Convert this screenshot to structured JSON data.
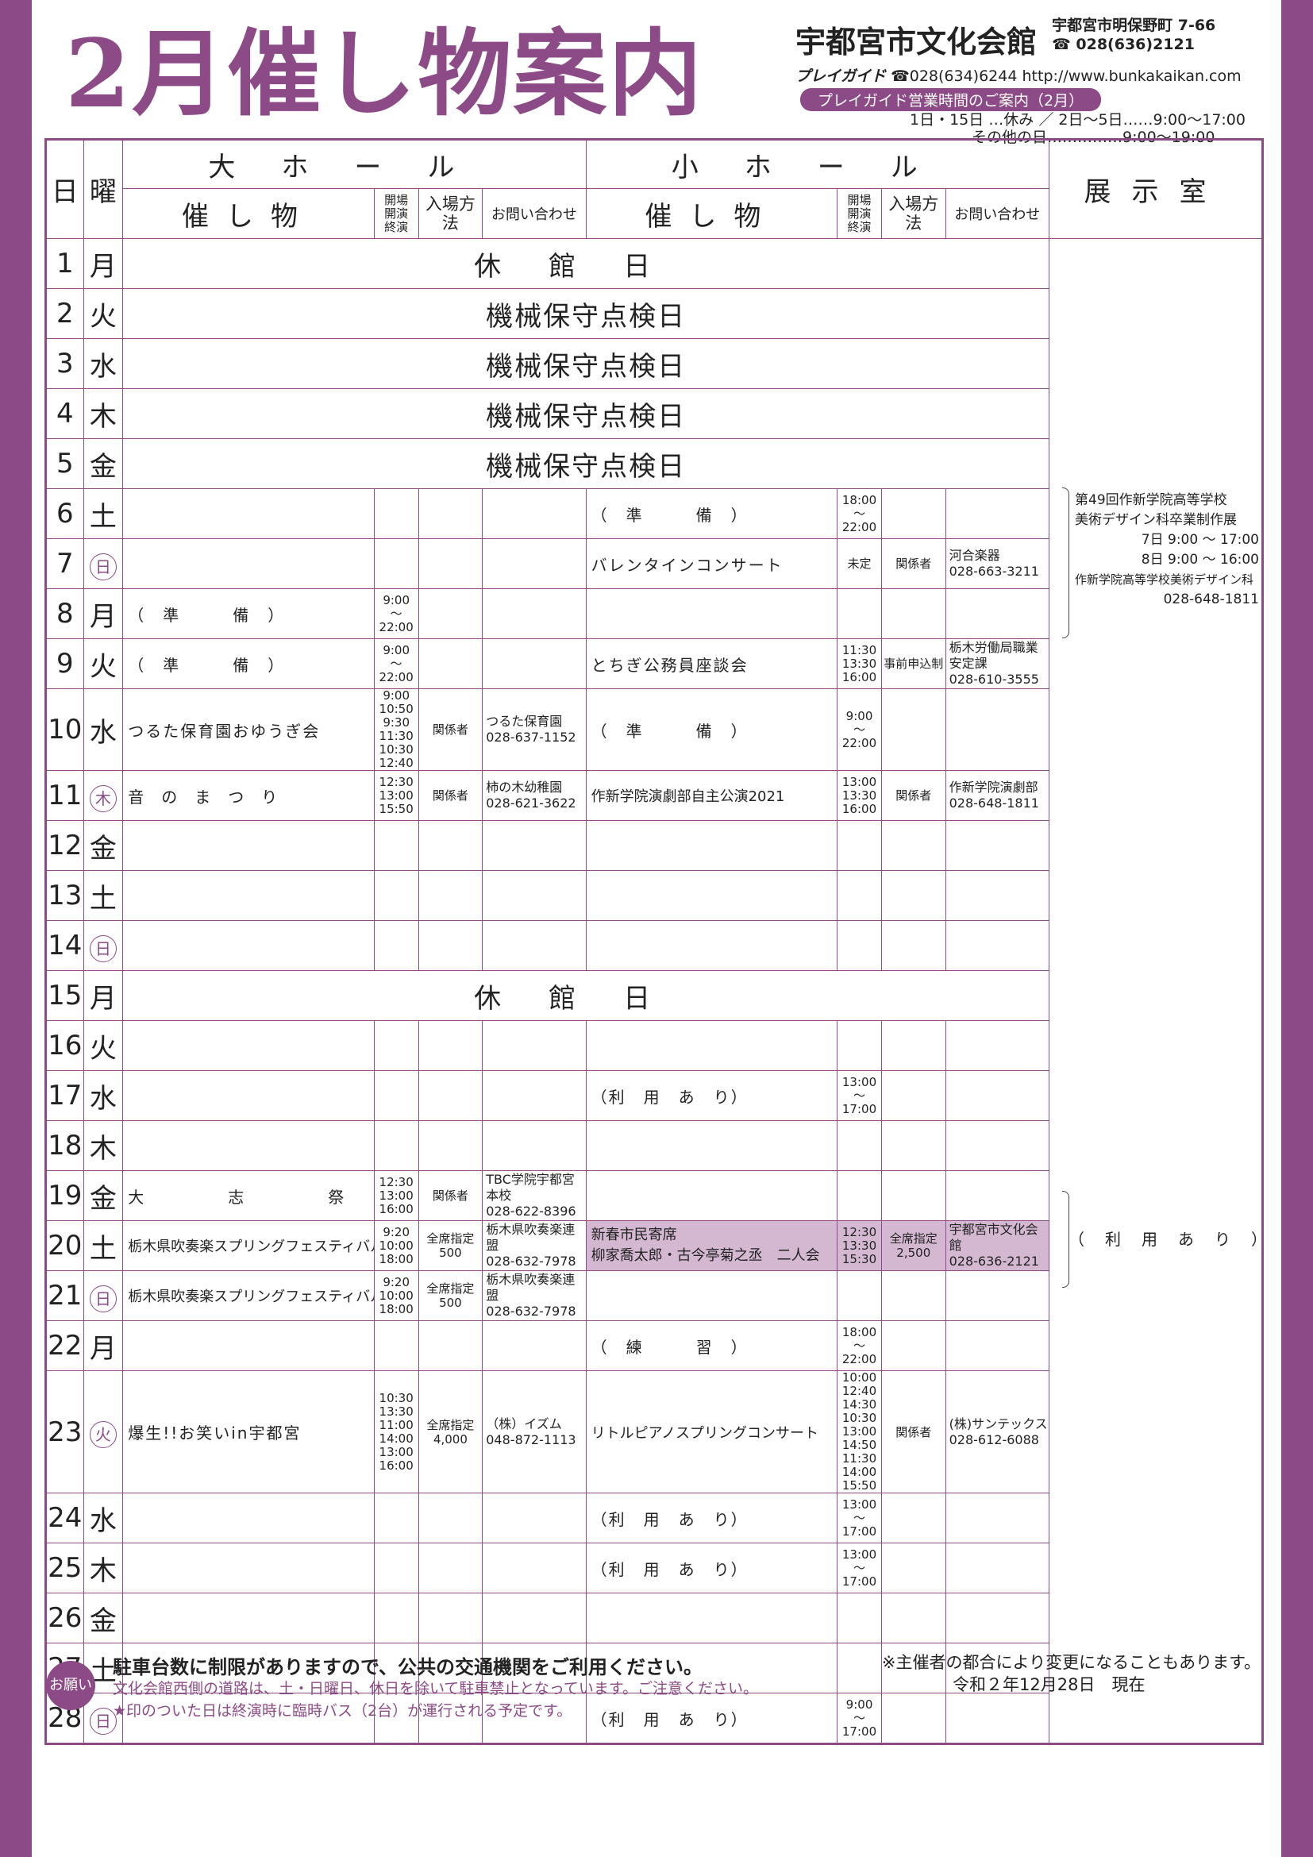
{
  "header": {
    "title": "2月催し物案内",
    "venue": "宇都宮市文化会館",
    "address": "宇都宮市明保野町 7-66",
    "phone": "☎ 028(636)2121",
    "guide_label": "プレイガイド",
    "guide_phone": "☎028(634)6244",
    "website": "http://www.bunkakaikan.com",
    "hours_title": "プレイガイド営業時間のご案内（2月）",
    "hours_line1": "1日・15日 …休み ／ 2日〜5日……9:00〜17:00",
    "hours_line2": "その他の日……………9:00〜19:00"
  },
  "columns": {
    "day": "日",
    "weekday": "曜",
    "large_hall": "大ホール",
    "small_hall": "小ホール",
    "exhibit": "展示室",
    "event": "催し物",
    "open_time": "開場",
    "start_time": "開演",
    "end_time": "終演",
    "admission": "入場方法",
    "contact": "お問い合わせ"
  },
  "closed_text": "休館日",
  "maintenance_text": "機械保守点検日",
  "rows": [
    {
      "d": "1",
      "w": "月",
      "full": "休館日"
    },
    {
      "d": "2",
      "w": "火",
      "full": "機械保守点検日"
    },
    {
      "d": "3",
      "w": "水",
      "full": "機械保守点検日"
    },
    {
      "d": "4",
      "w": "木",
      "full": "機械保守点検日"
    },
    {
      "d": "5",
      "w": "金",
      "full": "機械保守点検日"
    },
    {
      "d": "6",
      "w": "土",
      "lh": [
        "",
        "",
        "",
        ""
      ],
      "sh": [
        "（　準　　　備　）",
        "18:00\n〜\n22:00",
        "",
        ""
      ]
    },
    {
      "d": "7",
      "w": "日",
      "wc": true,
      "lh": [
        "",
        "",
        "",
        ""
      ],
      "sh": [
        "バレンタインコンサート",
        "未定",
        "関係者",
        "河合楽器\n028-663-3211"
      ]
    },
    {
      "d": "8",
      "w": "月",
      "lh": [
        "（　準　　　備　）",
        "9:00\n〜\n22:00",
        "",
        ""
      ],
      "sh": [
        "",
        "",
        "",
        ""
      ]
    },
    {
      "d": "9",
      "w": "火",
      "lh": [
        "（　準　　　備　）",
        "9:00\n〜\n22:00",
        "",
        ""
      ],
      "sh": [
        "とちぎ公務員座談会",
        "11:30\n13:30\n16:00",
        "事前申込制",
        "栃木労働局職業安定課\n028-610-3555"
      ]
    },
    {
      "d": "10",
      "w": "水",
      "lh": [
        "つるた保育園おゆうぎ会",
        "9:00 10:50\n9:30 11:30\n10:30 12:40",
        "関係者",
        "つるた保育園\n028-637-1152"
      ],
      "sh": [
        "（　準　　　備　）",
        "9:00\n〜\n22:00",
        "",
        ""
      ]
    },
    {
      "d": "11",
      "w": "木",
      "wc": true,
      "lh": [
        "音のまつり",
        "12:30\n13:00\n15:50",
        "関係者",
        "柿の木幼稚園\n028-621-3622"
      ],
      "sh": [
        "作新学院演劇部自主公演2021",
        "13:00\n13:30\n16:00",
        "関係者",
        "作新学院演劇部\n028-648-1811"
      ]
    },
    {
      "d": "12",
      "w": "金",
      "lh": [
        "",
        "",
        "",
        ""
      ],
      "sh": [
        "",
        "",
        "",
        ""
      ]
    },
    {
      "d": "13",
      "w": "土",
      "lh": [
        "",
        "",
        "",
        ""
      ],
      "sh": [
        "",
        "",
        "",
        ""
      ]
    },
    {
      "d": "14",
      "w": "日",
      "wc": true,
      "lh": [
        "",
        "",
        "",
        ""
      ],
      "sh": [
        "",
        "",
        "",
        ""
      ]
    },
    {
      "d": "15",
      "w": "月",
      "full": "休館日"
    },
    {
      "d": "16",
      "w": "火",
      "lh": [
        "",
        "",
        "",
        ""
      ],
      "sh": [
        "",
        "",
        "",
        ""
      ]
    },
    {
      "d": "17",
      "w": "水",
      "lh": [
        "",
        "",
        "",
        ""
      ],
      "sh": [
        "（利　用　あ　り）",
        "13:00\n〜\n17:00",
        "",
        ""
      ]
    },
    {
      "d": "18",
      "w": "木",
      "lh": [
        "",
        "",
        "",
        ""
      ],
      "sh": [
        "",
        "",
        "",
        ""
      ]
    },
    {
      "d": "19",
      "w": "金",
      "lh": [
        "大　　志　　祭",
        "12:30\n13:00\n16:00",
        "関係者",
        "TBC学院宇都宮本校\n028-622-8396"
      ],
      "sh": [
        "",
        "",
        "",
        ""
      ]
    },
    {
      "d": "20",
      "w": "土",
      "lh": [
        "栃木県吹奏楽スプリングフェスティバル",
        "9:20\n10:00\n18:00",
        "全席指定\n500",
        "栃木県吹奏楽連盟\n028-632-7978"
      ],
      "sh": [
        "新春市民寄席\n柳家喬太郎・古今亭菊之丞　二人会",
        "12:30\n13:30\n15:30",
        "全席指定\n2,500",
        "宇都宮市文化会館\n028-636-2121"
      ],
      "hl": true
    },
    {
      "d": "21",
      "w": "日",
      "wc": true,
      "lh": [
        "栃木県吹奏楽スプリングフェスティバル",
        "9:20\n10:00\n18:00",
        "全席指定\n500",
        "栃木県吹奏楽連盟\n028-632-7978"
      ],
      "sh": [
        "",
        "",
        "",
        ""
      ]
    },
    {
      "d": "22",
      "w": "月",
      "lh": [
        "",
        "",
        "",
        ""
      ],
      "sh": [
        "（　練　　　習　）",
        "18:00\n〜\n22:00",
        "",
        ""
      ]
    },
    {
      "d": "23",
      "w": "火",
      "wc": true,
      "lh": [
        "爆生!!お笑いin宇都宮",
        "10:30 13:30\n11:00 14:00\n13:00 16:00",
        "全席指定\n4,000",
        "（株）イズム\n048-872-1113"
      ],
      "sh": [
        "リトルピアノスプリングコンサート",
        "10:00 12:40 14:30\n10:30 13:00 14:50\n11:30 14:00 15:50",
        "関係者",
        "(株)サンテックス\n028-612-6088"
      ]
    },
    {
      "d": "24",
      "w": "水",
      "lh": [
        "",
        "",
        "",
        ""
      ],
      "sh": [
        "（利　用　あ　り）",
        "13:00\n〜\n17:00",
        "",
        ""
      ]
    },
    {
      "d": "25",
      "w": "木",
      "lh": [
        "",
        "",
        "",
        ""
      ],
      "sh": [
        "（利　用　あ　り）",
        "13:00\n〜\n17:00",
        "",
        ""
      ]
    },
    {
      "d": "26",
      "w": "金",
      "lh": [
        "",
        "",
        "",
        ""
      ],
      "sh": [
        "",
        "",
        "",
        ""
      ]
    },
    {
      "d": "27",
      "w": "土",
      "lh": [
        "",
        "",
        "",
        ""
      ],
      "sh": [
        "",
        "",
        "",
        ""
      ]
    },
    {
      "d": "28",
      "w": "日",
      "wc": true,
      "lh": [
        "",
        "",
        "",
        ""
      ],
      "sh": [
        "（利　用　あ　り）",
        "9:00\n〜\n17:00",
        "",
        ""
      ]
    }
  ],
  "exhibit": {
    "block1": [
      "第49回作新学院高等学校",
      "美術デザイン科卒業制作展",
      "7日 9:00 〜 17:00",
      "8日 9:00 〜 16:00",
      "作新学院高等学校美術デザイン科",
      "028-648-1811"
    ],
    "block2": "（利用あり）"
  },
  "footer": {
    "badge": "お願い",
    "line1": "駐車台数に制限がありますので、公共の交通機関をご利用ください。",
    "line2": "文化会館西側の道路は、土・日曜日、休日を除いて駐車禁止となっています。ご注意ください。",
    "line3": "★印のついた日は終演時に臨時バス（2台）が運行される予定です。",
    "note": "※主催者の都合により変更になることもあります。",
    "date": "令和２年12月28日　現在"
  },
  "colors": {
    "accent": "#8c4a86",
    "highlight": "#d4b8d2"
  }
}
